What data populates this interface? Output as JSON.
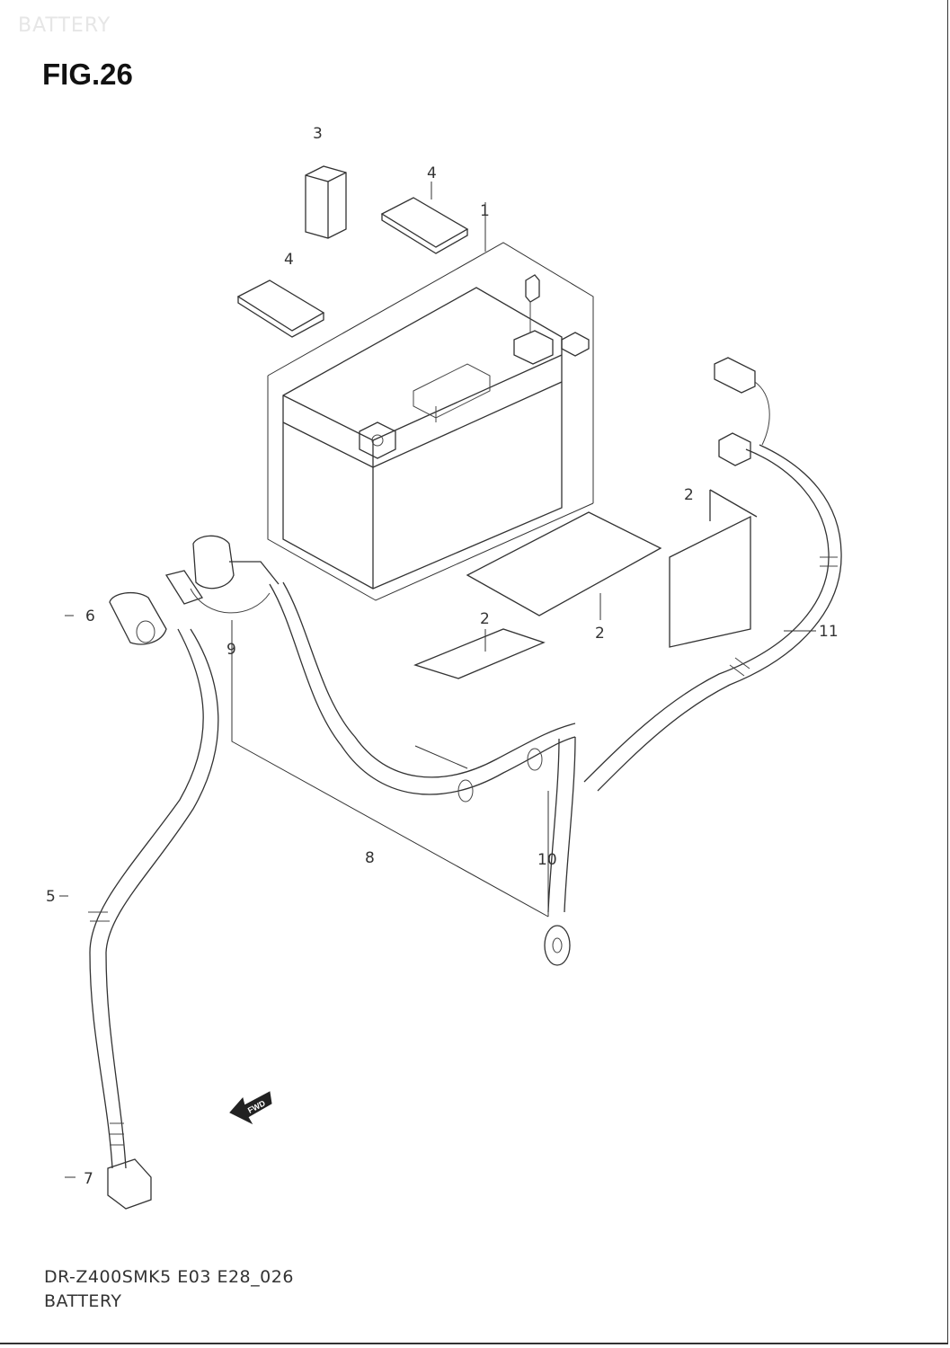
{
  "page": {
    "watermark": "BATTERY",
    "figure_title": "FIG.26",
    "diagram_code": "DR-Z400SMK5 E03 E28_026",
    "section_name": "BATTERY"
  },
  "callouts": {
    "c1": "1",
    "c2a": "2",
    "c2b": "2",
    "c2c": "2",
    "c3": "3",
    "c4a": "4",
    "c4b": "4",
    "c5": "5",
    "c6": "6",
    "c7": "7",
    "c8": "8",
    "c9": "9",
    "c10": "10",
    "c11": "11"
  },
  "fwd_label": "FWD",
  "icons": [
    "fwd-arrow-icon"
  ]
}
